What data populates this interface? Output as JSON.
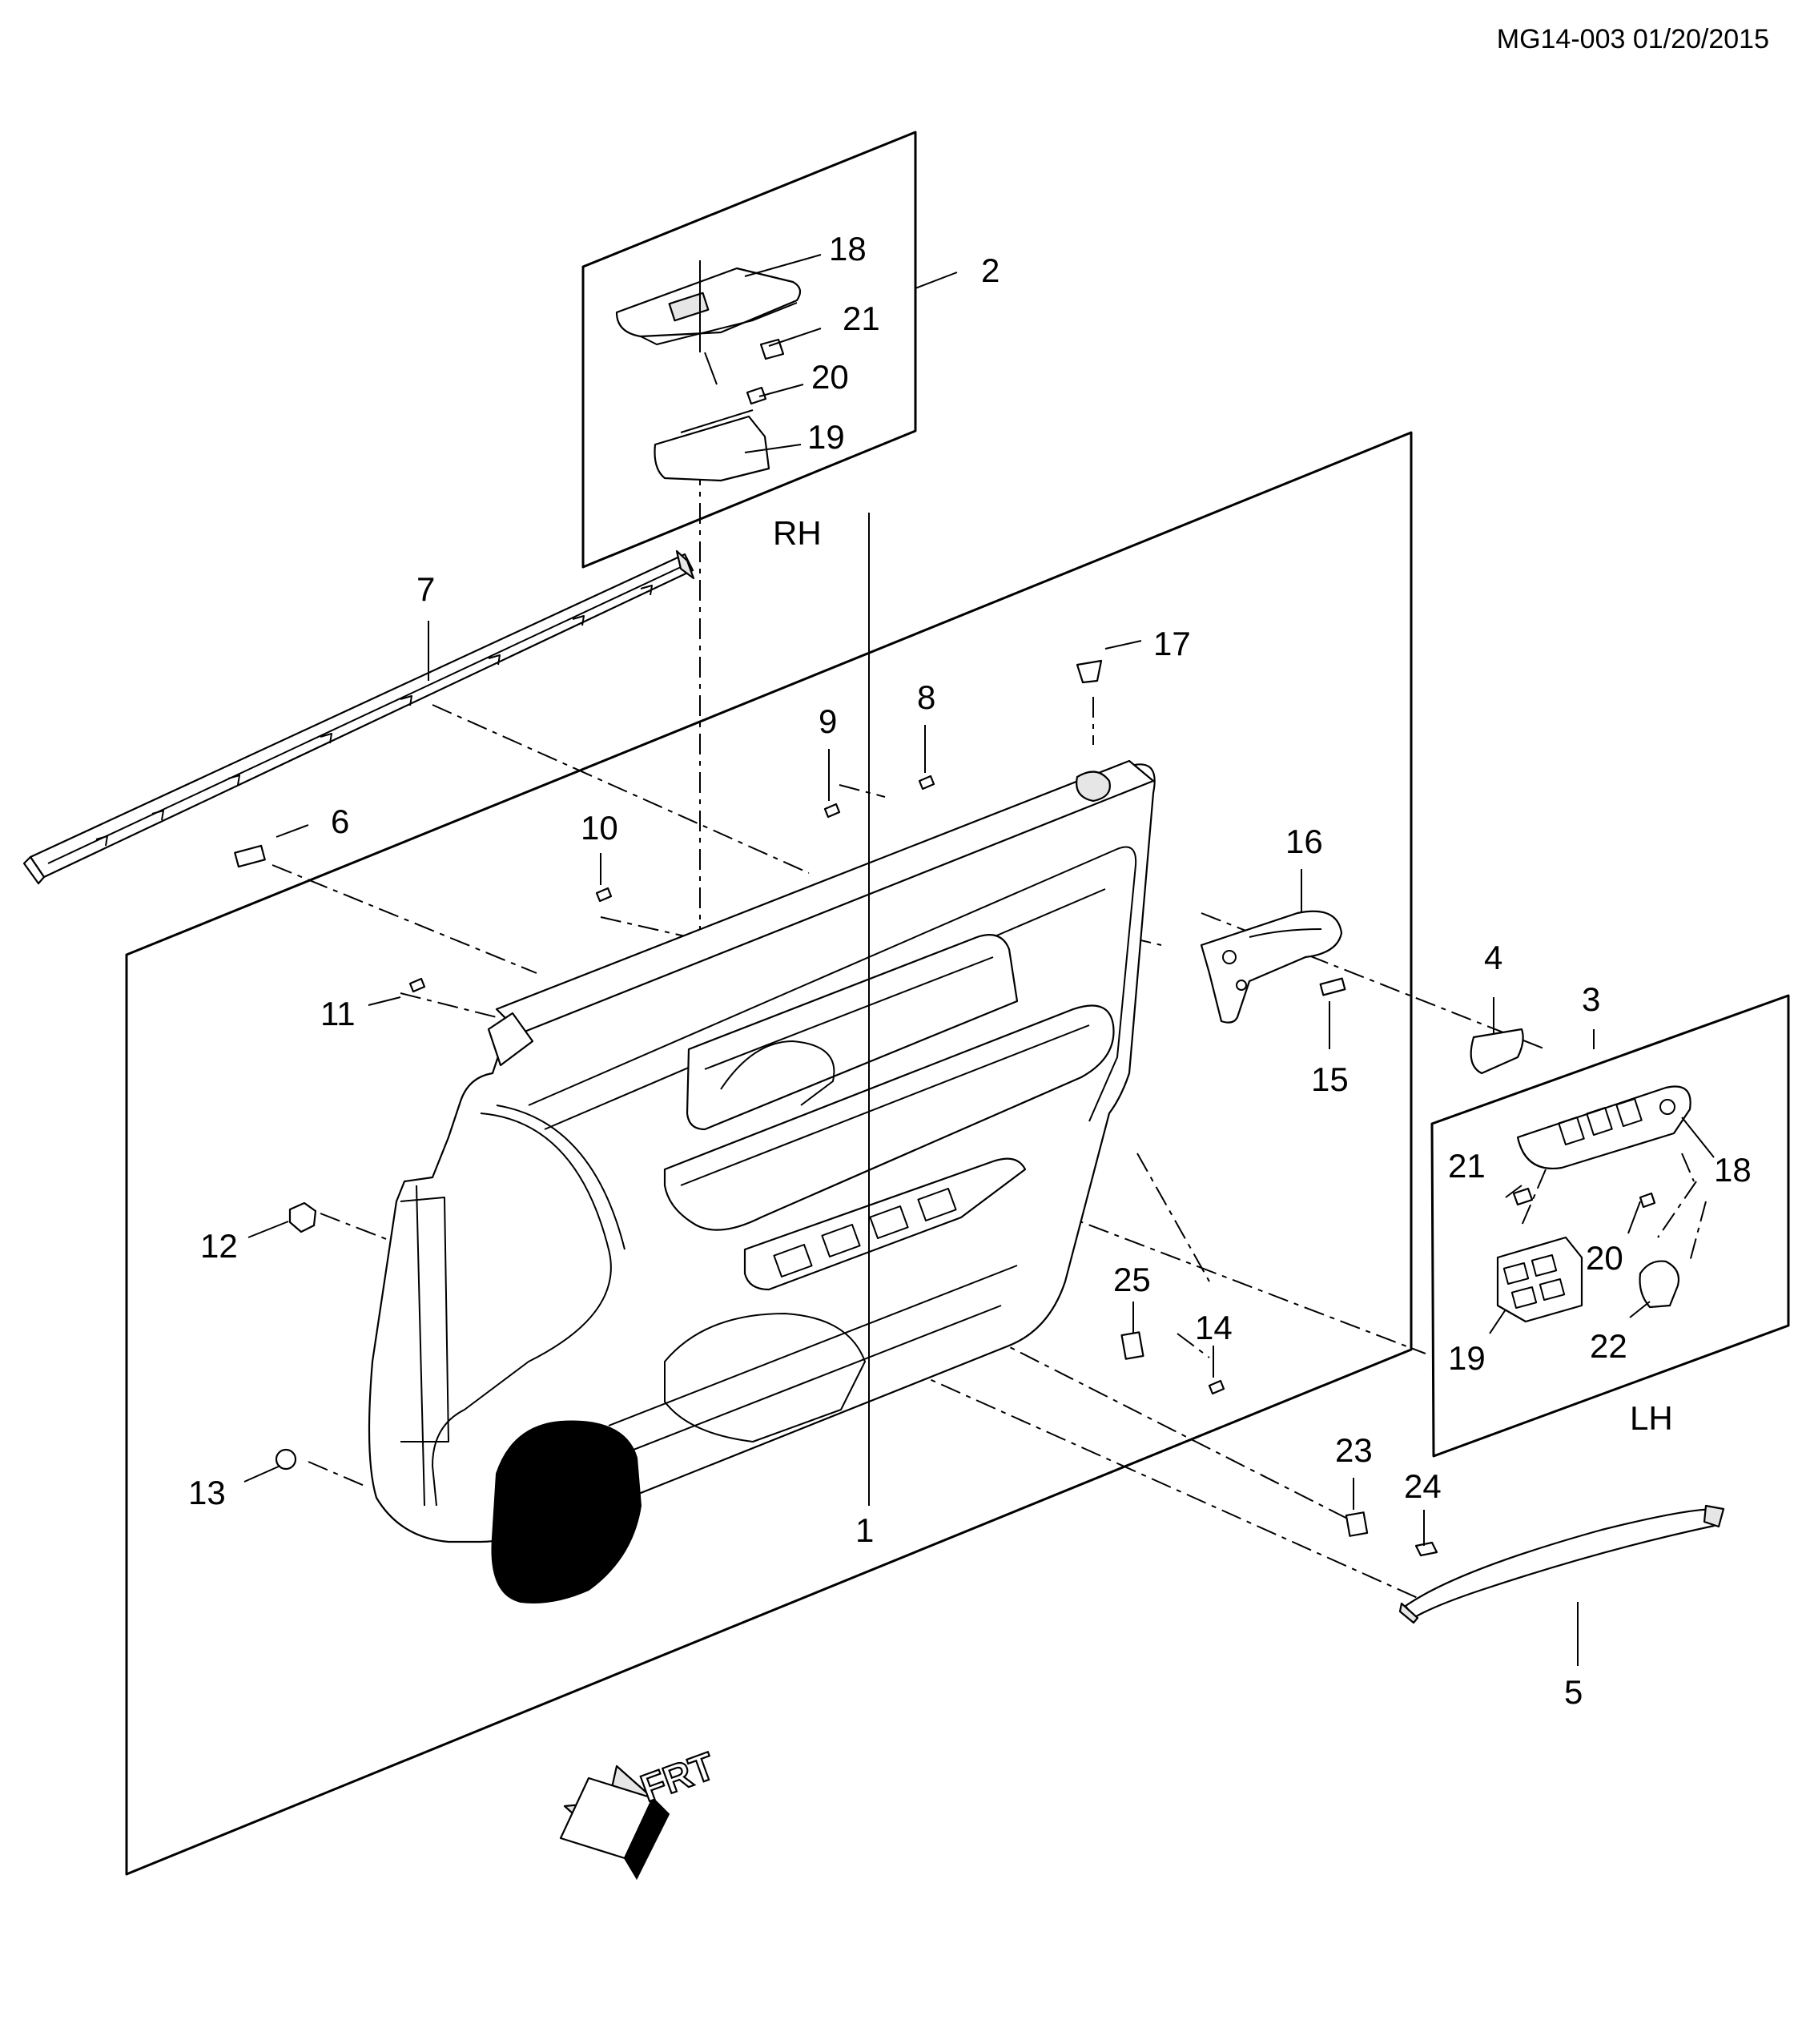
{
  "document_id": "MG14-003 01/20/2015",
  "panels": {
    "rh": {
      "label": "RH"
    },
    "lh": {
      "label": "LH"
    }
  },
  "direction_arrow": {
    "label": "FRT",
    "icon": "front-direction-arrow-icon"
  },
  "callouts": [
    {
      "id": "c1",
      "text": "1"
    },
    {
      "id": "c2",
      "text": "2"
    },
    {
      "id": "c3",
      "text": "3"
    },
    {
      "id": "c4",
      "text": "4"
    },
    {
      "id": "c5",
      "text": "5"
    },
    {
      "id": "c6",
      "text": "6"
    },
    {
      "id": "c7",
      "text": "7"
    },
    {
      "id": "c8",
      "text": "8"
    },
    {
      "id": "c9",
      "text": "9"
    },
    {
      "id": "c10",
      "text": "10"
    },
    {
      "id": "c11",
      "text": "11"
    },
    {
      "id": "c12",
      "text": "12"
    },
    {
      "id": "c13",
      "text": "13"
    },
    {
      "id": "c14",
      "text": "14"
    },
    {
      "id": "c15",
      "text": "15"
    },
    {
      "id": "c16",
      "text": "16"
    },
    {
      "id": "c17",
      "text": "17"
    },
    {
      "id": "c18_rh",
      "text": "18"
    },
    {
      "id": "c19_rh",
      "text": "19"
    },
    {
      "id": "c20_rh",
      "text": "20"
    },
    {
      "id": "c21_rh",
      "text": "21"
    },
    {
      "id": "c18_lh",
      "text": "18"
    },
    {
      "id": "c19_lh",
      "text": "19"
    },
    {
      "id": "c20_lh",
      "text": "20"
    },
    {
      "id": "c21_lh",
      "text": "21"
    },
    {
      "id": "c22",
      "text": "22"
    },
    {
      "id": "c23",
      "text": "23"
    },
    {
      "id": "c24",
      "text": "24"
    },
    {
      "id": "c25",
      "text": "25"
    }
  ]
}
